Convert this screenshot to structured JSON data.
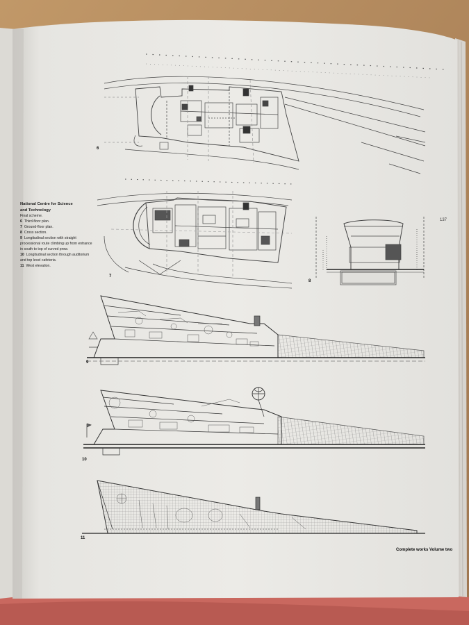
{
  "book": {
    "page_number": "137",
    "footer": "Complete works  Volume two"
  },
  "caption": {
    "title_line1": "National Centre for Science",
    "title_line2": "and Technology",
    "subtitle": "Final scheme.",
    "items": [
      {
        "num": "6",
        "text": "Third-floor plan."
      },
      {
        "num": "7",
        "text": "Ground-floor plan."
      },
      {
        "num": "8",
        "text": "Cross section."
      },
      {
        "num": "9",
        "text": "Longitudinal section with straight processional route climbing up from entrance in south to top of curved prow."
      },
      {
        "num": "10",
        "text": "Longitudinal section through auditorium and top level cafeteria."
      },
      {
        "num": "11",
        "text": "West elevation."
      }
    ]
  },
  "figure_labels": {
    "f6": "6",
    "f7": "7",
    "f8": "8",
    "f9": "9",
    "f10": "10",
    "f11": "11"
  },
  "colors": {
    "table": "#b58a5e",
    "paper": "#e9e8e4",
    "ink": "#3a3a3a",
    "sleeve": "#c9685f"
  }
}
